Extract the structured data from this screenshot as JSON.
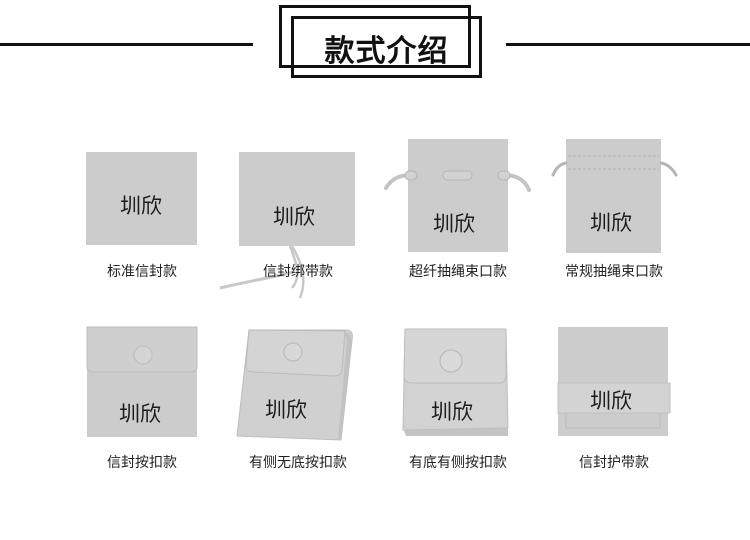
{
  "header": {
    "title": "款式介绍"
  },
  "brand_text": "圳欣",
  "colors": {
    "line": "#111111",
    "pouch_fill": "#cccccc",
    "pouch_light": "#d6d6d6",
    "pouch_shadow": "#b8b8b8",
    "text": "#222222"
  },
  "styles": [
    {
      "label": "标准信封款",
      "brand": "圳欣",
      "icon": "envelope-plain"
    },
    {
      "label": "信封绑带款",
      "brand": "圳欣",
      "icon": "envelope-tie-string"
    },
    {
      "label": "超纤抽绳束口款",
      "brand": "圳欣",
      "icon": "microfiber-drawstring-pouch"
    },
    {
      "label": "常规抽绳束口款",
      "brand": "圳欣",
      "icon": "drawstring-pouch"
    },
    {
      "label": "信封按扣款",
      "brand": "圳欣",
      "icon": "envelope-snap-button"
    },
    {
      "label": "有侧无底按扣款",
      "brand": "圳欣",
      "icon": "side-gusset-snap-pouch"
    },
    {
      "label": "有底有侧按扣款",
      "brand": "圳欣",
      "icon": "box-gusset-snap-pouch"
    },
    {
      "label": "信封护带款",
      "brand": "圳欣",
      "icon": "envelope-band-sleeve"
    }
  ]
}
